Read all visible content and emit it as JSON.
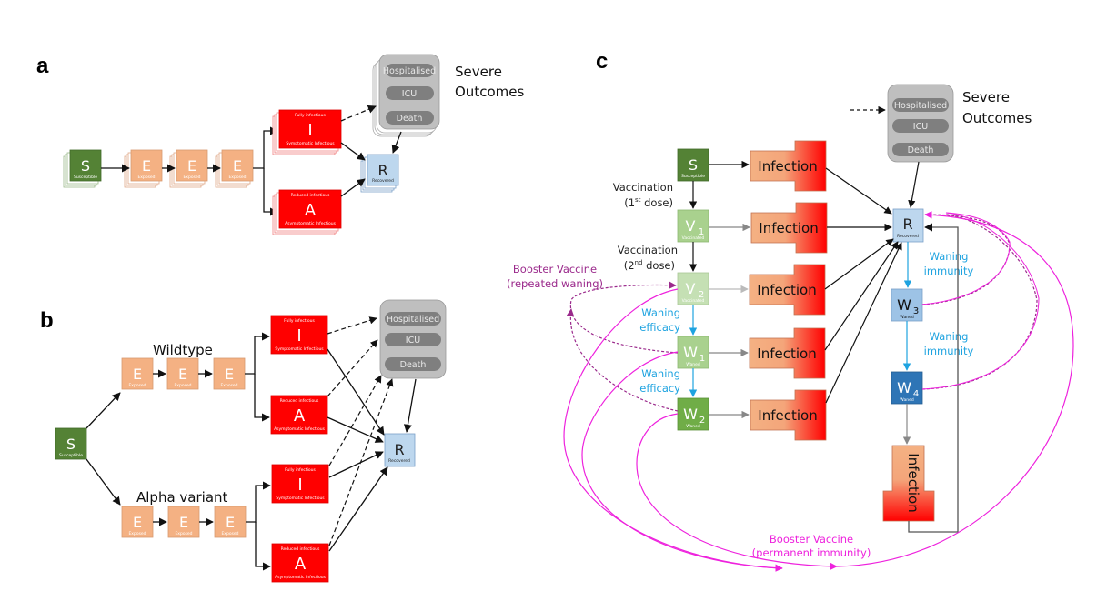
{
  "figure": {
    "panel_a": {
      "letter": "a",
      "severe_outcomes_label_line1": "Severe",
      "severe_outcomes_label_line2": "Outcomes",
      "nodes": {
        "S": {
          "letter": "S",
          "sub": "Susceptible"
        },
        "E": {
          "letter": "E",
          "sub": "Exposed"
        },
        "I": {
          "letter": "I",
          "top": "Fully infectious",
          "sub": "Symptomatic Infectious"
        },
        "A": {
          "letter": "A",
          "top": "Reduced infectious",
          "sub": "Asymptomatic Infectious"
        },
        "R": {
          "letter": "R",
          "sub": "Recovered"
        }
      },
      "severe_items": [
        "Hospitalised",
        "ICU",
        "Death"
      ]
    },
    "panel_b": {
      "letter": "b",
      "wildtype_label": "Wildtype",
      "alpha_label": "Alpha variant",
      "nodes": {
        "S": {
          "letter": "S",
          "sub": "Susceptible"
        },
        "E": {
          "letter": "E",
          "sub": "Exposed"
        },
        "I": {
          "letter": "I",
          "top": "Fully infectious",
          "sub": "Symptomatic Infectious"
        },
        "A": {
          "letter": "A",
          "top": "Reduced infectious",
          "sub": "Asymptomatic Infectious"
        },
        "R": {
          "letter": "R",
          "sub": "Recovered"
        }
      },
      "severe_items": [
        "Hospitalised",
        "ICU",
        "Death"
      ]
    },
    "panel_c": {
      "letter": "c",
      "severe_outcomes_label_line1": "Severe",
      "severe_outcomes_label_line2": "Outcomes",
      "severe_items": [
        "Hospitalised",
        "ICU",
        "Death"
      ],
      "infection_label": "Infection",
      "nodes": {
        "S": {
          "letter": "S",
          "sub": "Susceptible"
        },
        "V1": {
          "letter": "V",
          "index": "1",
          "sub": "Vaccinated"
        },
        "V2": {
          "letter": "V",
          "index": "2",
          "sub": "Vaccinated"
        },
        "W1": {
          "letter": "W",
          "index": "1",
          "sub": "Waned"
        },
        "W2": {
          "letter": "W",
          "index": "2",
          "sub": "Waned"
        },
        "R": {
          "letter": "R",
          "sub": "Recovered"
        },
        "W3": {
          "letter": "W",
          "index": "3",
          "sub": "Waned"
        },
        "W4": {
          "letter": "W",
          "index": "4",
          "sub": "Waned"
        }
      },
      "labels": {
        "vacc1_line1": "Vaccination",
        "vacc1_line2_pre": "(1",
        "vacc1_sup": "st",
        "vacc1_line2_post": " dose)",
        "vacc2_line1": "Vaccination",
        "vacc2_line2_pre": "(2",
        "vacc2_sup": "nd",
        "vacc2_line2_post": " dose)",
        "waning_efficacy_1_line1": "Waning",
        "waning_efficacy_1_line2": "efficacy",
        "waning_efficacy_2_line1": "Waning",
        "waning_efficacy_2_line2": "efficacy",
        "waning_immunity_1_line1": "Waning",
        "waning_immunity_1_line2": "immunity",
        "waning_immunity_2_line1": "Waning",
        "waning_immunity_2_line2": "immunity",
        "booster_repeated_line1": "Booster Vaccine",
        "booster_repeated_line2": "(repeated waning)",
        "booster_permanent_line1": "Booster Vaccine",
        "booster_permanent_line2": "(permanent immunity)"
      }
    },
    "colors": {
      "susceptible": "#548235",
      "exposed": "#f4b183",
      "infectious": "#ff0000",
      "recovered": "#bdd7ee",
      "vaccinated": "#a9d18e",
      "waned_green": "#70ad47",
      "waned_light_blue": "#9dc3e6",
      "waned_dark_blue": "#2e75b6",
      "severe_box": "#bfbfbf",
      "severe_pill": "#7f7f7f",
      "waning_arrow": "#1ea3e0",
      "booster_repeated": "#9b2a8c",
      "booster_permanent": "#ee22dd"
    }
  }
}
